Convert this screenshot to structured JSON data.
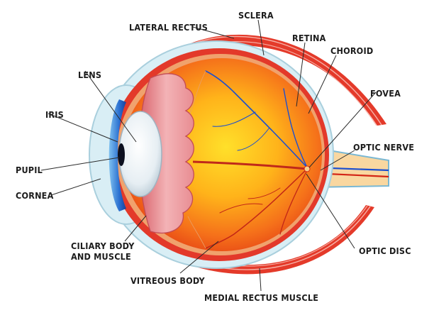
{
  "labels": {
    "lateral_rectus": "LATERAL RECTUS",
    "sclera": "SCLERA",
    "retina": "RETINA",
    "choroid": "CHOROID",
    "lens": "LENS",
    "fovea": "FOVEA",
    "iris": "IRIS",
    "optic_nerve": "OPTIC NERVE",
    "pupil": "PUPIL",
    "cornea": "CORNEA",
    "ciliary_body": "CILIARY BODY\nAND MUSCLE",
    "optic_disc": "OPTIC DISC",
    "vitreous_body": "VITREOUS BODY",
    "medial_rectus": "MEDIAL RECTUS MUSCLE"
  },
  "colors": {
    "sclera_outer": "#cdeaf2",
    "muscle": "#e43a2a",
    "vitreous_center": "#ffd21c",
    "vitreous_edge": "#ee4a17",
    "iris": "#2f7fd8",
    "lens": "#dde7ee",
    "ciliary": "#f0a5a8",
    "vein": "#1c4fcf",
    "artery": "#d32516",
    "optic_nerve": "#f9d7a0",
    "leader_line": "#2a2a2a"
  }
}
